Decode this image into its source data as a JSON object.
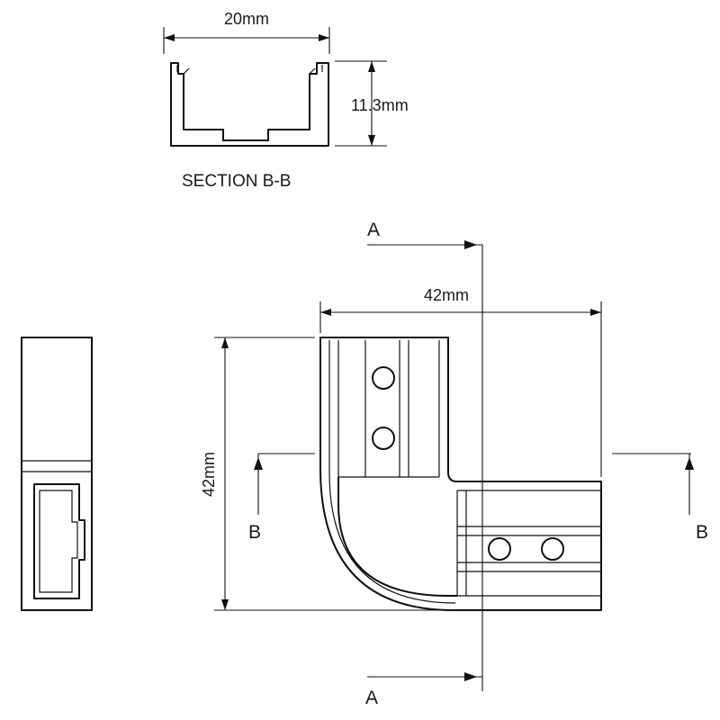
{
  "section_view": {
    "width_label": "20mm",
    "height_label": "11.3mm",
    "caption": "SECTION B-B"
  },
  "main_view": {
    "width_label": "42mm",
    "height_label": "42mm",
    "cut_a_top": "A",
    "cut_a_bottom": "A",
    "cut_b_left": "B",
    "cut_b_right": "B"
  }
}
